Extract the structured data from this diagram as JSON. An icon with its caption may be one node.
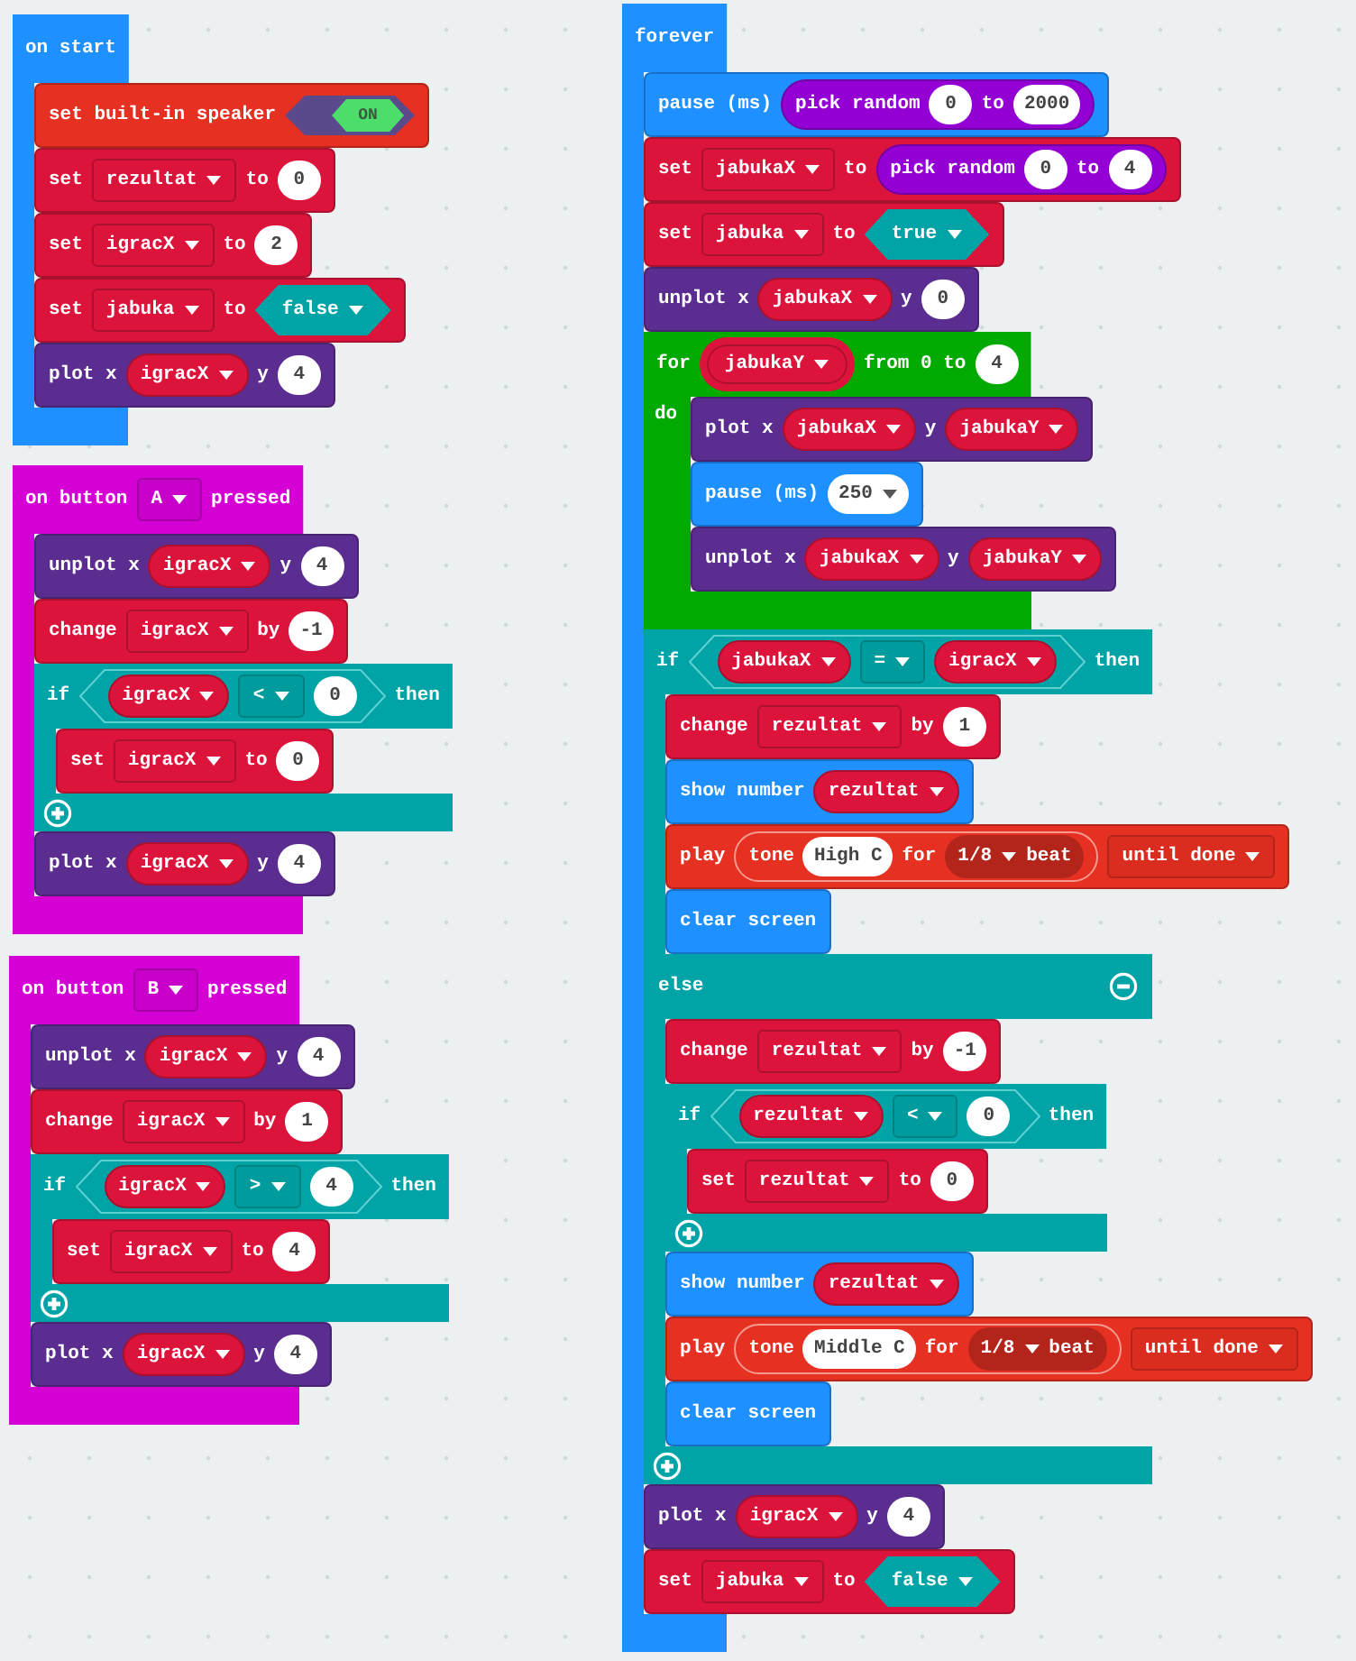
{
  "diagram": {
    "nodes": [
      {
        "text": [
          "on start"
        ]
      },
      {
        "text": [
          "set built-in speaker"
        ]
      },
      {
        "text": [
          "ON"
        ],
        "in": 1
      },
      {
        "text": [
          "set",
          "to"
        ]
      },
      {
        "text": [
          "rezultat"
        ],
        "in": 3
      },
      {
        "text": [
          "0"
        ],
        "in": 3
      },
      {
        "text": [
          "set",
          "to"
        ]
      },
      {
        "text": [
          "igracX"
        ],
        "in": 6
      },
      {
        "text": [
          "2"
        ],
        "in": 6
      },
      {
        "text": [
          "set",
          "to"
        ]
      },
      {
        "text": [
          "jabuka"
        ],
        "in": 9
      },
      {
        "text": [
          "false"
        ],
        "in": 9
      },
      {
        "text": [
          "plot x",
          "y"
        ]
      },
      {
        "text": [
          "igracX"
        ],
        "in": 12
      },
      {
        "text": [
          "4"
        ],
        "in": 12
      },
      {
        "text": [
          "on button",
          "pressed"
        ]
      },
      {
        "text": [
          "A"
        ],
        "in": 15
      },
      {
        "text": [
          "unplot x",
          "y"
        ]
      },
      {
        "text": [
          "igracX"
        ],
        "in": 17
      },
      {
        "text": [
          "4"
        ],
        "in": 17
      },
      {
        "text": [
          "change",
          "by"
        ]
      },
      {
        "text": [
          "igracX"
        ],
        "in": 20
      },
      {
        "text": [
          "-1"
        ],
        "in": 20
      },
      {
        "text": [
          "if",
          "then"
        ]
      },
      {
        "text": [],
        "shape": "hexagon",
        "in": 23
      },
      {
        "text": [
          "igracX"
        ],
        "in": 24
      },
      {
        "text": [
          "<"
        ],
        "in": 24
      },
      {
        "text": [
          "0"
        ],
        "in": 24
      },
      {
        "text": [
          "set",
          "to"
        ],
        "in": 23
      },
      {
        "text": [
          "igracX"
        ],
        "in": 28
      },
      {
        "text": [
          "0"
        ],
        "in": 28
      },
      {
        "text": [
          "plot x",
          "y"
        ]
      },
      {
        "text": [
          "igracX"
        ],
        "in": 31
      },
      {
        "text": [
          "4"
        ],
        "in": 31
      },
      {
        "text": [
          "on button",
          "pressed"
        ]
      },
      {
        "text": [
          "B"
        ],
        "in": 34
      },
      {
        "text": [
          "unplot x",
          "y"
        ]
      },
      {
        "text": [
          "igracX"
        ],
        "in": 36
      },
      {
        "text": [
          "4"
        ],
        "in": 36
      },
      {
        "text": [
          "change",
          "by"
        ]
      },
      {
        "text": [
          "igracX"
        ],
        "in": 39
      },
      {
        "text": [
          "1"
        ],
        "in": 39
      },
      {
        "text": [
          "if",
          "then"
        ]
      },
      {
        "text": [],
        "shape": "hexagon",
        "in": 42
      },
      {
        "text": [
          "igracX"
        ],
        "in": 43
      },
      {
        "text": [
          ">"
        ],
        "in": 43
      },
      {
        "text": [
          "4"
        ],
        "in": 43
      },
      {
        "text": [
          "set",
          "to"
        ],
        "in": 42
      },
      {
        "text": [
          "igracX"
        ],
        "in": 47
      },
      {
        "text": [
          "4"
        ],
        "in": 47
      },
      {
        "text": [
          "plot x",
          "y"
        ]
      },
      {
        "text": [
          "igracX"
        ],
        "in": 50
      },
      {
        "text": [
          "4"
        ],
        "in": 50
      },
      {
        "text": [
          "forever"
        ]
      },
      {
        "text": [
          "pause (ms)"
        ]
      },
      {
        "text": [
          "pick random",
          "to"
        ],
        "in": 54
      },
      {
        "text": [
          "0"
        ],
        "in": 55
      },
      {
        "text": [
          "2000"
        ],
        "in": 55
      },
      {
        "text": [
          "set",
          "to"
        ]
      },
      {
        "text": [
          "jabukaX"
        ],
        "in": 58
      },
      {
        "text": [
          "pick random",
          "to"
        ],
        "in": 58
      },
      {
        "text": [
          "0"
        ],
        "in": 60
      },
      {
        "text": [
          "4"
        ],
        "in": 60
      },
      {
        "text": [
          "set",
          "to"
        ]
      },
      {
        "text": [
          "jabuka"
        ],
        "in": 63
      },
      {
        "text": [
          "true"
        ],
        "in": 63
      },
      {
        "text": [
          "unplot x",
          "y"
        ]
      },
      {
        "text": [
          "jabukaX"
        ],
        "in": 66
      },
      {
        "text": [
          "0"
        ],
        "in": 66
      },
      {
        "text": [
          "for",
          "from 0 to",
          "do"
        ]
      },
      {
        "text": [
          "jabukaY"
        ],
        "in": 69
      },
      {
        "text": [
          "4"
        ],
        "in": 69
      },
      {
        "text": [
          "plot x",
          "y"
        ]
      },
      {
        "text": [
          "jabukaX"
        ],
        "in": 72
      },
      {
        "text": [
          "jabukaY"
        ],
        "in": 72
      },
      {
        "text": [
          "pause (ms)"
        ],
        "in": 69
      },
      {
        "text": [
          "250"
        ],
        "in": 75
      },
      {
        "text": [
          "unplot x",
          "y"
        ]
      },
      {
        "text": [
          "jabukaX"
        ],
        "in": 77
      },
      {
        "text": [
          "jabukaY"
        ],
        "in": 77
      },
      {
        "text": [
          "if",
          "then",
          "else"
        ]
      },
      {
        "text": [],
        "shape": "hexagon",
        "in": 80
      },
      {
        "text": [
          "jabukaX"
        ],
        "in": 81
      },
      {
        "text": [
          "="
        ],
        "in": 81
      },
      {
        "text": [
          "igracX"
        ],
        "in": 81
      },
      {
        "text": [
          "change",
          "by"
        ],
        "in": 80
      },
      {
        "text": [
          "rezultat"
        ],
        "in": 85
      },
      {
        "text": [
          "1"
        ],
        "in": 85
      },
      {
        "text": [
          "show number"
        ],
        "in": 80
      },
      {
        "text": [
          "rezultat"
        ],
        "in": 88
      },
      {
        "text": [
          "play"
        ]
      },
      {
        "text": [
          "tone",
          "for"
        ],
        "in": 90
      },
      {
        "text": [
          "High C"
        ],
        "in": 91
      },
      {
        "text": [
          "1/8",
          "beat"
        ],
        "in": 91
      },
      {
        "text": [
          "until done"
        ],
        "in": 90
      },
      {
        "text": [
          "clear screen"
        ],
        "in": 80
      },
      {
        "text": [
          "change",
          "by"
        ],
        "in": 80
      },
      {
        "text": [
          "rezultat"
        ],
        "in": 96
      },
      {
        "text": [
          "-1"
        ],
        "in": 96
      },
      {
        "text": [
          "if",
          "then"
        ],
        "in": 80
      },
      {
        "text": [],
        "shape": "hexagon",
        "in": 99
      },
      {
        "text": [
          "rezultat"
        ],
        "in": 100
      },
      {
        "text": [
          "<"
        ],
        "in": 100
      },
      {
        "text": [
          "0"
        ],
        "in": 100
      },
      {
        "text": [
          "set",
          "to"
        ],
        "in": 99
      },
      {
        "text": [
          "rezultat"
        ],
        "in": 104
      },
      {
        "text": [
          "0"
        ],
        "in": 104
      },
      {
        "text": [
          "show number"
        ],
        "in": 80
      },
      {
        "text": [
          "rezultat"
        ],
        "in": 107
      },
      {
        "text": [
          "play"
        ]
      },
      {
        "text": [
          "tone",
          "for"
        ],
        "in": 109
      },
      {
        "text": [
          "Middle C"
        ],
        "in": 110
      },
      {
        "text": [
          "1/8",
          "beat"
        ],
        "in": 110
      },
      {
        "text": [
          "until done"
        ],
        "in": 109
      },
      {
        "text": [
          "clear screen"
        ],
        "in": 80
      },
      {
        "text": [
          "plot x",
          "y"
        ]
      },
      {
        "text": [
          "igracX"
        ],
        "in": 115
      },
      {
        "text": [
          "4"
        ],
        "in": 115
      },
      {
        "text": [
          "set",
          "to"
        ]
      },
      {
        "text": [
          "jabuka"
        ],
        "in": 118
      },
      {
        "text": [
          "false"
        ],
        "in": 118
      }
    ]
  }
}
